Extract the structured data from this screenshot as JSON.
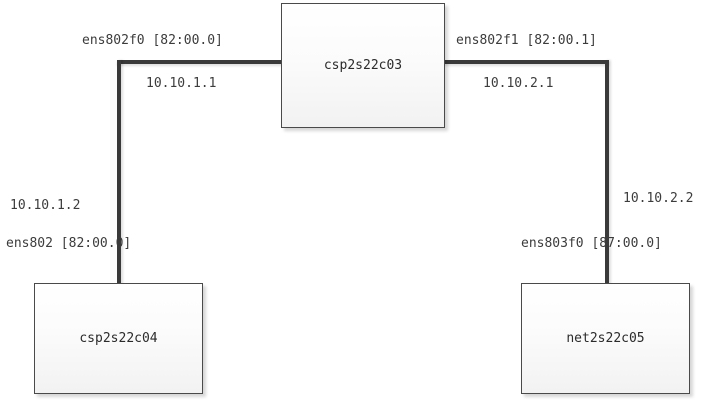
{
  "diagram": {
    "type": "network-topology",
    "nodes": [
      {
        "id": "top",
        "label": "csp2s22c03"
      },
      {
        "id": "left",
        "label": "csp2s22c04"
      },
      {
        "id": "right",
        "label": "net2s22c05"
      }
    ],
    "links": [
      {
        "id": "link-left",
        "from": "csp2s22c03",
        "to": "csp2s22c04",
        "source_interface": "ens802f0 [82:00.0]",
        "source_ip": "10.10.1.1",
        "target_ip": "10.10.1.2",
        "target_interface": "ens802 [82:00.0]"
      },
      {
        "id": "link-right",
        "from": "csp2s22c03",
        "to": "net2s22c05",
        "source_interface": "ens802f1 [82:00.1]",
        "source_ip": "10.10.2.1",
        "target_ip": "10.10.2.2",
        "target_interface": "ens803f0 [87:00.0]"
      }
    ],
    "labels": {
      "top_left_interface": "ens802f0 [82:00.0]",
      "top_left_ip": "10.10.1.1",
      "top_right_interface": "ens802f1 [82:00.1]",
      "top_right_ip": "10.10.2.1",
      "left_ip": "10.10.1.2",
      "left_interface": "ens802 [82:00.0]",
      "right_ip": "10.10.2.2",
      "right_interface": "ens803f0 [87:00.0]"
    },
    "colors": {
      "link": "#3a3a3a",
      "node_border": "#4a4a4a",
      "node_fill": "#fbfbfb",
      "text": "#3c3c3c",
      "background": "#ffffff"
    }
  }
}
